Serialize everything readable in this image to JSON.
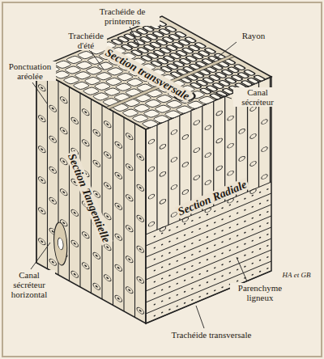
{
  "diagram": {
    "labels": [
      "Trachéide de printemps",
      "Trachéide d'été",
      "Ponctuation aréolée",
      "Rayon",
      "Section transversale",
      "Canal sécréteur",
      "Section Radiale",
      "Section Tangentielle",
      "Canal sécréteur horizontal",
      "Parenchyme ligneux",
      "Trachéide transversale",
      "HA et GB"
    ]
  }
}
